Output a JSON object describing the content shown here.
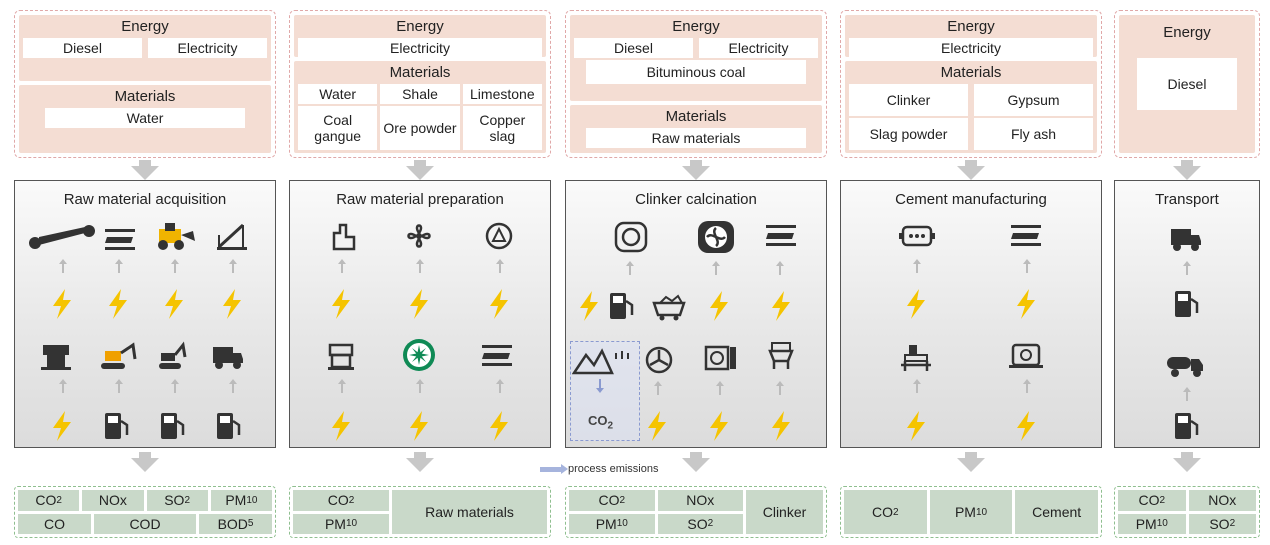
{
  "columns": [
    {
      "energy_title": "Energy",
      "energy": [
        "Diesel",
        "Electricity"
      ],
      "materials_title": "Materials",
      "materials": [
        "Water"
      ],
      "stage": "Raw material acquisition",
      "outputs": [
        [
          "CO2",
          "NOx",
          "SO2",
          "PM10"
        ],
        [
          "CO",
          "COD",
          "BOD5"
        ]
      ]
    },
    {
      "energy_title": "Energy",
      "energy": [
        "Electricity"
      ],
      "materials_title": "Materials",
      "materials": [
        "Water",
        "Shale",
        "Limestone",
        "Coal gangue",
        "Ore powder",
        "Copper slag"
      ],
      "stage": "Raw material preparation",
      "outputs": {
        "left": [
          "CO2",
          "PM10"
        ],
        "right": "Raw materials"
      }
    },
    {
      "energy_title": "Energy",
      "energy": [
        "Diesel",
        "Electricity",
        "Bituminous coal"
      ],
      "materials_title": "Materials",
      "materials": [
        "Raw materials"
      ],
      "stage": "Clinker calcination",
      "co2_label": "CO2",
      "outputs": {
        "grid": [
          "CO2",
          "NOx",
          "PM10",
          "SO2"
        ],
        "right": "Clinker"
      }
    },
    {
      "energy_title": "Energy",
      "energy": [
        "Electricity"
      ],
      "materials_title": "Materials",
      "materials": [
        "Clinker",
        "Gypsum",
        "Slag powder",
        "Fly ash"
      ],
      "stage": "Cement manufacturing",
      "outputs": [
        "CO2",
        "PM10",
        "Cement"
      ]
    },
    {
      "energy_title": "Energy",
      "energy": [
        "Diesel"
      ],
      "stage": "Transport",
      "outputs": [
        "CO2",
        "NOx",
        "PM10",
        "SO2"
      ]
    }
  ],
  "legend": {
    "process_emissions": "process emissions"
  },
  "colors": {
    "input_fill": "#f4ddd3",
    "output_fill": "#c9d9c9",
    "bolt": "#f5c400",
    "arrow": "#c8c8c8"
  }
}
